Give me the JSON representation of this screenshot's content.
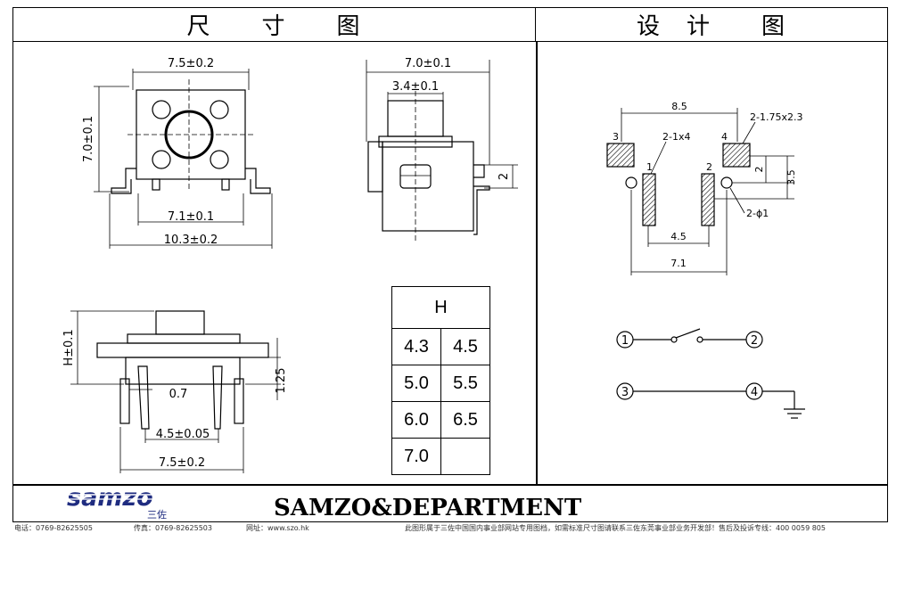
{
  "headers": {
    "left": "尺　　寸　　图",
    "right": "设　计　　图"
  },
  "top_view": {
    "width": "7.5±0.2",
    "height": "7.0±0.1",
    "leg_span": "7.1±0.1",
    "total_width": "10.3±0.2"
  },
  "side_view": {
    "width": "7.0±0.1",
    "cap": "3.4±0.1",
    "offset": "2"
  },
  "front_view": {
    "height": "H±0.1",
    "gap": "0.7",
    "standoff": "1.25",
    "pin_pitch": "4.5±0.05",
    "width": "7.5±0.2"
  },
  "h_table": {
    "header": "H",
    "values": [
      "4.3",
      "4.5",
      "5.0",
      "5.5",
      "6.0",
      "6.5",
      "7.0",
      ""
    ]
  },
  "design": {
    "span": "8.5",
    "pad_big": "2-1.75x2.3",
    "pad_small": "2-1x4",
    "hole": "2-ϕ1",
    "dim_2": "2",
    "dim_35": "3.5",
    "dim_45": "4.5",
    "dim_71": "7.1",
    "pins": [
      "1",
      "2",
      "3",
      "4"
    ]
  },
  "brand": "SAMZO&DEPARTMENT",
  "logo_text": "samzo",
  "logo_cn": "三佐",
  "footer": {
    "phone": "电话：0769-82625505",
    "fax": "传真：0769-82625503",
    "web": "网址：www.szo.hk",
    "note": "此图形属于三佐中国国内事业部网站专用图档，如需标准尺寸图请联系三佐东莞事业部业务开发部！售后及投诉专线：400 0059 805"
  }
}
